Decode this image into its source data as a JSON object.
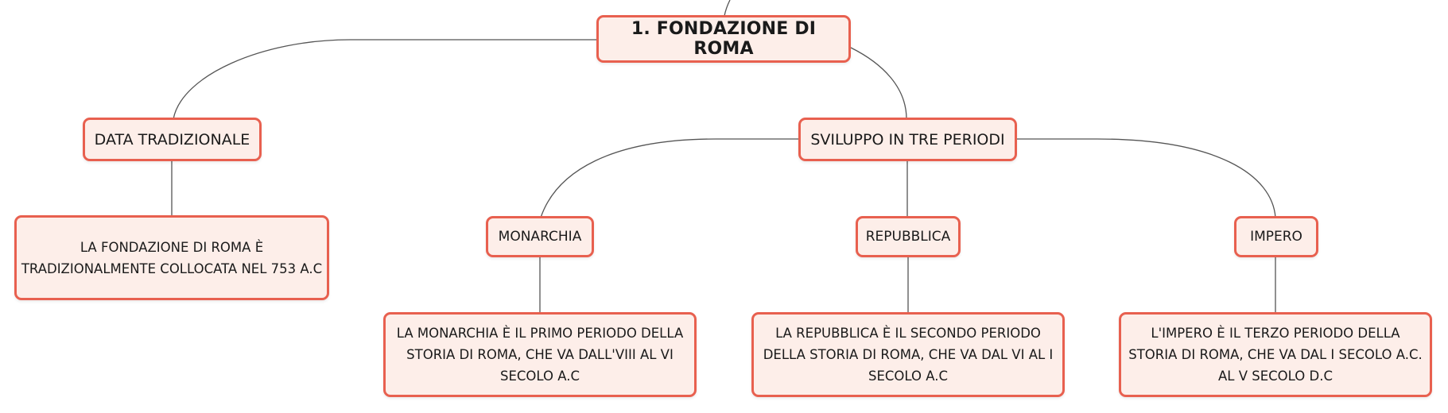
{
  "diagram": {
    "colors": {
      "node_border": "#e8604f",
      "node_fill": "#fdeee9",
      "text": "#1a1a1a",
      "connector": "#555555"
    },
    "nodes": {
      "root": "1. FONDAZIONE DI ROMA",
      "data_tradizionale": "DATA TRADIZIONALE",
      "data_desc": "LA FONDAZIONE DI ROMA È TRADIZIONALMENTE COLLOCATA NEL 753 A.C",
      "sviluppo": "SVILUPPO IN TRE PERIODI",
      "monarchia": "MONARCHIA",
      "monarchia_desc": "LA MONARCHIA È IL PRIMO PERIODO DELLA STORIA DI ROMA, CHE VA DALL'VIII AL VI SECOLO A.C",
      "repubblica": "REPUBBLICA",
      "repubblica_desc": "LA REPUBBLICA È IL SECONDO PERIODO DELLA STORIA DI ROMA, CHE VA DAL VI AL I SECOLO A.C",
      "impero": "IMPERO",
      "impero_desc": "L'IMPERO È IL TERZO PERIODO DELLA STORIA DI ROMA, CHE VA DAL I SECOLO A.C. AL V SECOLO D.C"
    }
  }
}
